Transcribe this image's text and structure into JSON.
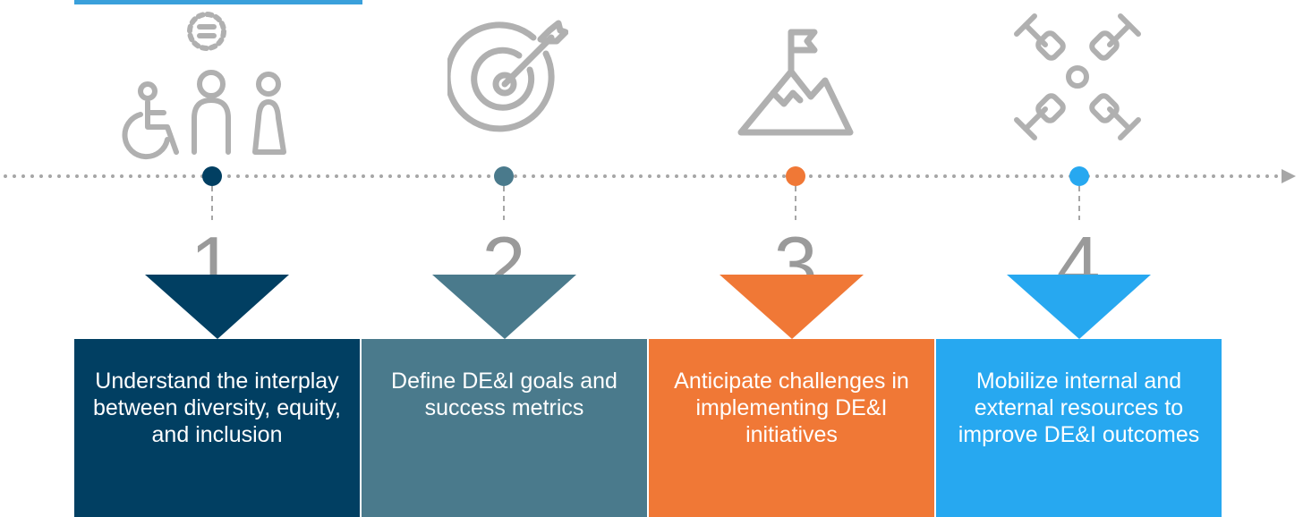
{
  "timeline": {
    "line_color": "#a6a6a6",
    "steps": [
      {
        "number": "1",
        "text": "Understand the interplay between diversity, equity, and inclusion",
        "color": "#013f62",
        "icon": "diverse-people-equality-icon"
      },
      {
        "number": "2",
        "text": "Define DE&I goals and success metrics",
        "color": "#4a7a8c",
        "icon": "target-arrow-icon"
      },
      {
        "number": "3",
        "text": "Anticipate challenges in implementing DE&I initiatives",
        "color": "#f07836",
        "icon": "mountain-flag-icon"
      },
      {
        "number": "4",
        "text": "Mobilize internal and external resources to improve DE&I outcomes",
        "color": "#27a8f0",
        "icon": "fist-bump-unity-icon"
      }
    ]
  }
}
